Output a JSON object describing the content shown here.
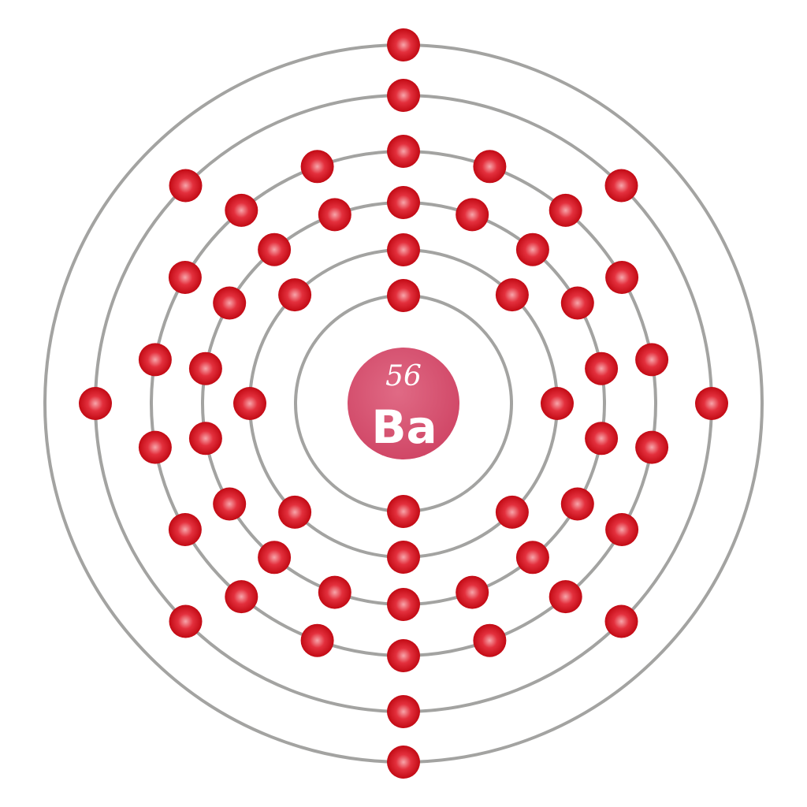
{
  "element": {
    "atomic_number": "56",
    "symbol": "Ba"
  },
  "shells": [
    {
      "electrons": 2
    },
    {
      "electrons": 8
    },
    {
      "electrons": 18
    },
    {
      "electrons": 18
    },
    {
      "electrons": 8
    },
    {
      "electrons": 2
    }
  ],
  "colors": {
    "nucleus": "#d9506f",
    "electron": "#d81520",
    "electron_highlight": "#f7a5aa",
    "orbit": "#a3a3a1"
  }
}
